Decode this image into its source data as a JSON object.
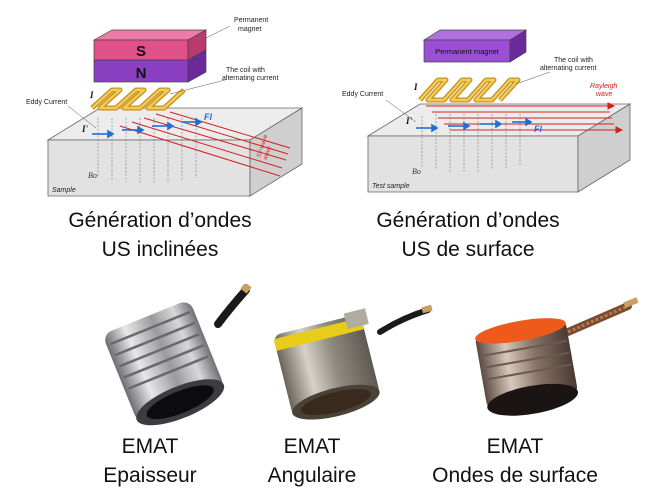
{
  "diagram_left": {
    "magnet_pole_top": "S",
    "magnet_pole_bottom": "N",
    "label_magnet": [
      "Permanent",
      "magnet"
    ],
    "label_coil": [
      "The coil with",
      "alternating current"
    ],
    "label_eddy": "Eddy Current",
    "label_current": "I",
    "label_current_image": "I'",
    "label_force": "Fl",
    "label_field": "Bo",
    "label_sample": "Sample",
    "label_wave": [
      "SV-wave",
      "wave"
    ],
    "caption": [
      "Génération d’ondes",
      "US inclinées"
    ]
  },
  "diagram_right": {
    "label_magnet": "Permanent magnet",
    "label_coil": [
      "The coil with",
      "alternating current"
    ],
    "label_eddy": "Eddy Current",
    "label_current": "I",
    "label_current_image": "I'",
    "label_force": "Fl",
    "label_field": "Bo",
    "label_sample": "Test sample",
    "label_wave": [
      "Rayleigh",
      "wave"
    ],
    "caption": [
      "Génération d’ondes",
      "US de surface"
    ]
  },
  "probes": [
    {
      "line1": "EMAT",
      "line2": "Epaisseur",
      "band_color": "#b8b8bc"
    },
    {
      "line1": "EMAT",
      "line2": "Angulaire",
      "band_color": "#e8cc1a"
    },
    {
      "line1": "EMAT",
      "line2": "Ondes de surface",
      "band_color": "#ee5a1c"
    }
  ],
  "colors": {
    "magnet_pink": "#e0508a",
    "magnet_purple": "#8a3fc0",
    "coil_gold": "#e0b030",
    "wave_red": "#d42020",
    "arrow_blue": "#1f6fd0",
    "sample_gray": "#e4e4e4"
  }
}
